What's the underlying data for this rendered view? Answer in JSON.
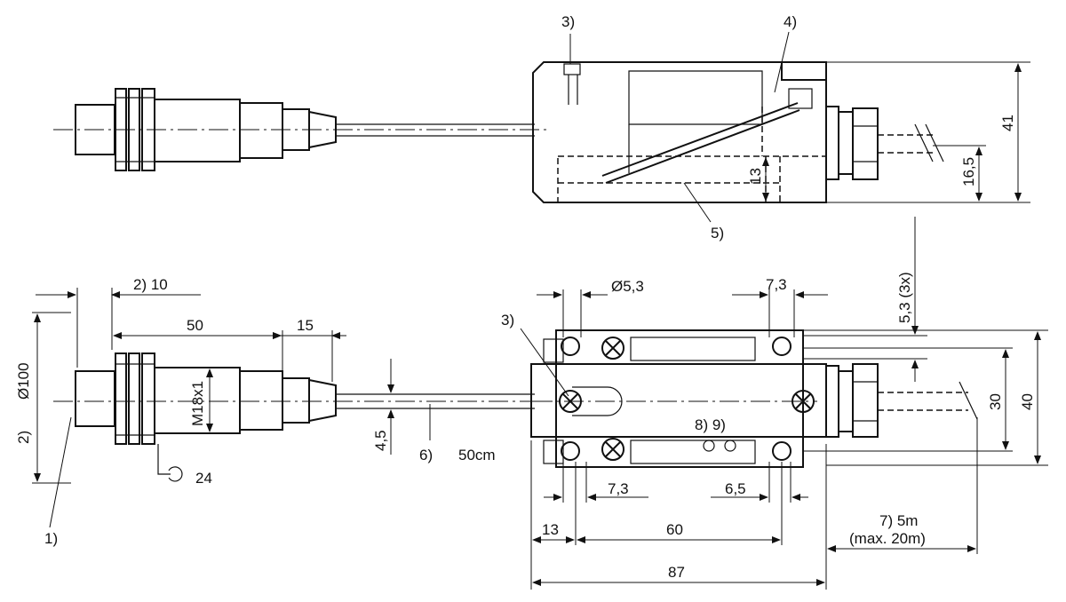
{
  "labels": {
    "dim_2_10": "2)  10",
    "dim_50": "50",
    "dim_15": "15",
    "dim_dia100": "Ø100",
    "dim_2_side": "2)",
    "dim_m18": "M18x1",
    "dim_4_5": "4,5",
    "cable_6": "6)",
    "cable_len": "50cm",
    "wrench": "24",
    "ref_1": "1)",
    "ref_3_top": "3)",
    "ref_4": "4)",
    "ref_5": "5)",
    "ref_3_bottom": "3)",
    "dim_41": "41",
    "dim_16_5": "16,5",
    "dim_13_vert": "13",
    "dim_dia5_3": "Ø5,3",
    "dim_7_3_top": "7,3",
    "dim_5_3_3x": "5,3 (3x)",
    "dim_30": "30",
    "dim_40": "40",
    "ref_8_9": "8)  9)",
    "dim_7_3_bottom": "7,3",
    "dim_6_5": "6,5",
    "dim_13": "13",
    "dim_60": "60",
    "dim_87": "87",
    "ref_7": "7)   5m",
    "ref_7_max": "(max. 20m)"
  }
}
